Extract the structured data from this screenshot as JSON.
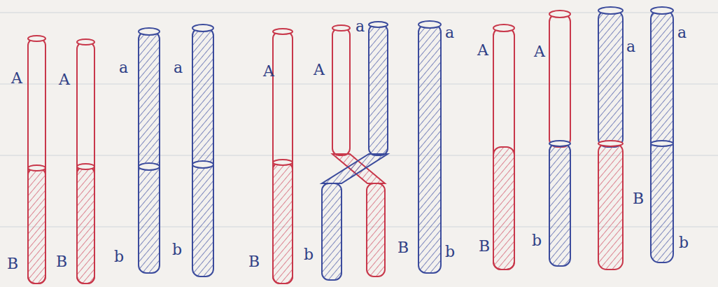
{
  "diagram": {
    "labels": [
      "A",
      "A",
      "a",
      "a",
      "B",
      "B",
      "b",
      "b",
      "A",
      "A",
      "a",
      "a",
      "B",
      "b",
      "B",
      "b",
      "A",
      "A",
      "a",
      "a",
      "B",
      "b",
      "B",
      "b"
    ]
  }
}
